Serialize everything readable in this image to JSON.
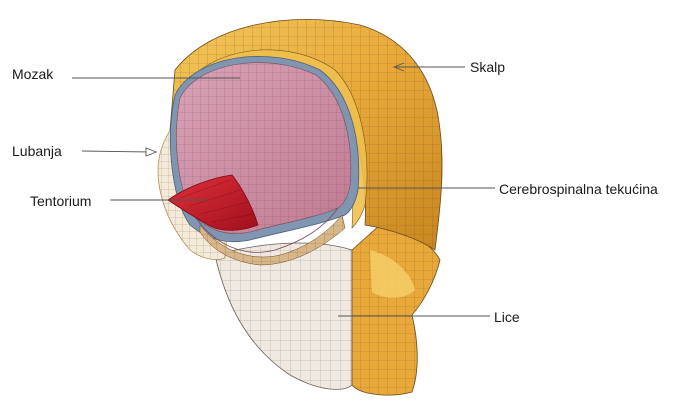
{
  "labels": {
    "mozak": "Mozak",
    "lubanja": "Lubanja",
    "tentorium": "Tentorium",
    "skalp": "Skalp",
    "csf": "Cerebrospinalna tekućina",
    "lice": "Lice"
  },
  "colors": {
    "skalp": "#e8a93a",
    "skalp_light": "#f3c75a",
    "skalp_dark": "#c7861f",
    "brain": "#c98aa0",
    "brain_light": "#d9a3b6",
    "csf": "#7f95b0",
    "tentorium": "#d0202e",
    "face": "#efe9e2",
    "skull_mesh": "#b49062",
    "mesh_line": "#5a4a3a"
  }
}
